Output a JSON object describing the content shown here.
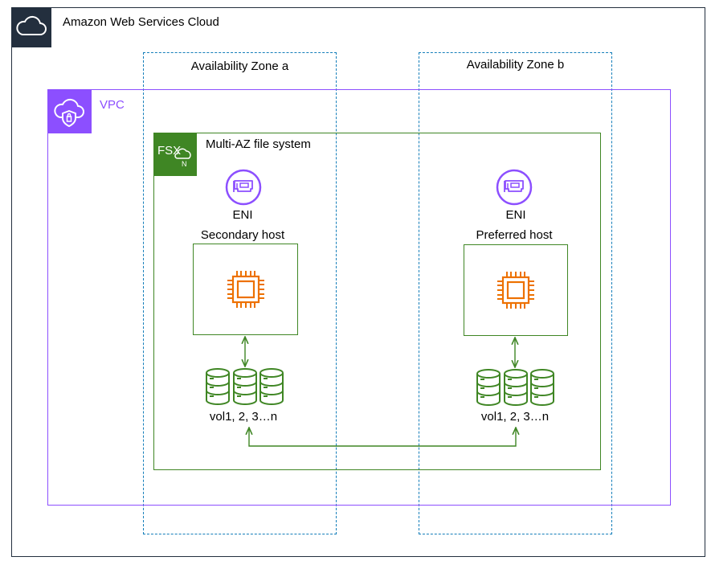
{
  "cloud": {
    "label": "Amazon Web Services Cloud",
    "color": "#232f3e",
    "icon": "cloud-icon"
  },
  "zones": [
    {
      "label": "Availability Zone a",
      "color": "#147eba"
    },
    {
      "label": "Availability Zone b",
      "color": "#147eba"
    }
  ],
  "vpc": {
    "label": "VPC",
    "color": "#8c4fff",
    "icon": "vpc-shield-cloud-icon"
  },
  "file_system": {
    "label": "Multi-AZ file system",
    "badge_text": "FSX",
    "badge_sub": "N",
    "color": "#3f8624",
    "icon": "fsx-netapp-icon"
  },
  "hosts": {
    "secondary": {
      "eni_label": "ENI",
      "host_label": "Secondary host",
      "volumes_label": "vol1, 2, 3…n"
    },
    "preferred": {
      "eni_label": "ENI",
      "host_label": "Preferred host",
      "volumes_label": "vol1, 2, 3…n"
    }
  },
  "icon_colors": {
    "eni": "#8c4fff",
    "chip": "#ed7100",
    "volumes": "#3f8624",
    "connector": "#3f8624"
  }
}
